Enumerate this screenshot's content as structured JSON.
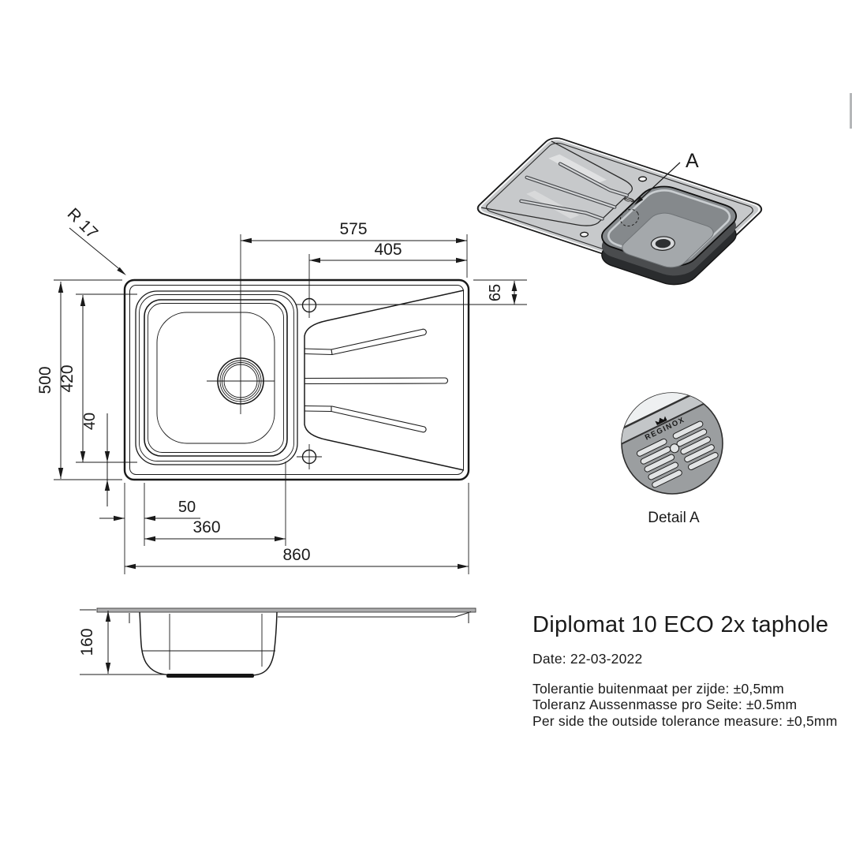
{
  "title_block": {
    "product_title": "Diplomat 10 ECO 2x taphole",
    "date": "Date: 22-03-2022",
    "tolerance_nl": "Tolerantie buitenmaat per zijde: ±0,5mm",
    "tolerance_de": "Toleranz Aussenmasse pro Seite: ±0.5mm",
    "tolerance_en": "Per side the outside tolerance measure: ±0,5mm"
  },
  "plan_view": {
    "dims": {
      "corner_radius": "R 17",
      "drain_center_to_right": "575",
      "taphole_to_right": "405",
      "taphole_offset_top": "65",
      "overall_height": "500",
      "bowl_outer_height": "420",
      "bowl_bottom_offset": "40",
      "bowl_left_offset": "50",
      "bowl_width": "360",
      "overall_width": "860"
    }
  },
  "side_view": {
    "dims": {
      "bowl_depth": "160"
    }
  },
  "perspective_view": {
    "callout": "A"
  },
  "detail_view": {
    "label": "Detail A",
    "brand": "REGINOX"
  },
  "colors": {
    "line": "#1a1a1a",
    "surface_gray": "#c7c9cb",
    "bowl_dark": "#2a2c2e",
    "detail_gray": "#9b9ea0"
  }
}
